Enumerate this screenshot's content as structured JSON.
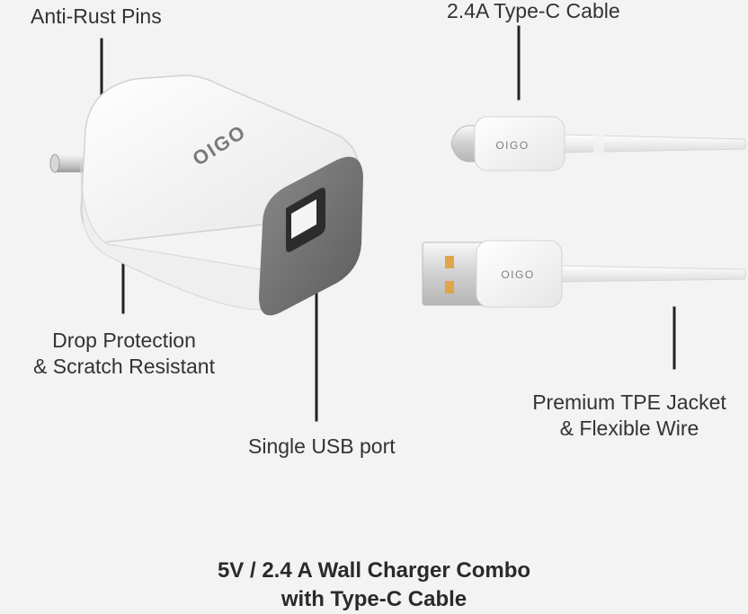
{
  "labels": {
    "pins": "Anti-Rust Pins",
    "cable": "2.4A Type-C Cable",
    "drop_1": "Drop Protection",
    "drop_2": "& Scratch Resistant",
    "jacket_1": "Premium TPE Jacket",
    "jacket_2": "& Flexible Wire",
    "usb": "Single USB port"
  },
  "brand": "OIGO",
  "title": {
    "line1": "5V / 2.4 A Wall Charger Combo",
    "line2": "with Type-C Cable"
  },
  "colors": {
    "background": "#f3f3f3",
    "body_white": "#ffffff",
    "face_grey": "#6f6f6f",
    "pointer": "#222222",
    "usb_contacts": "#e0a44a"
  }
}
